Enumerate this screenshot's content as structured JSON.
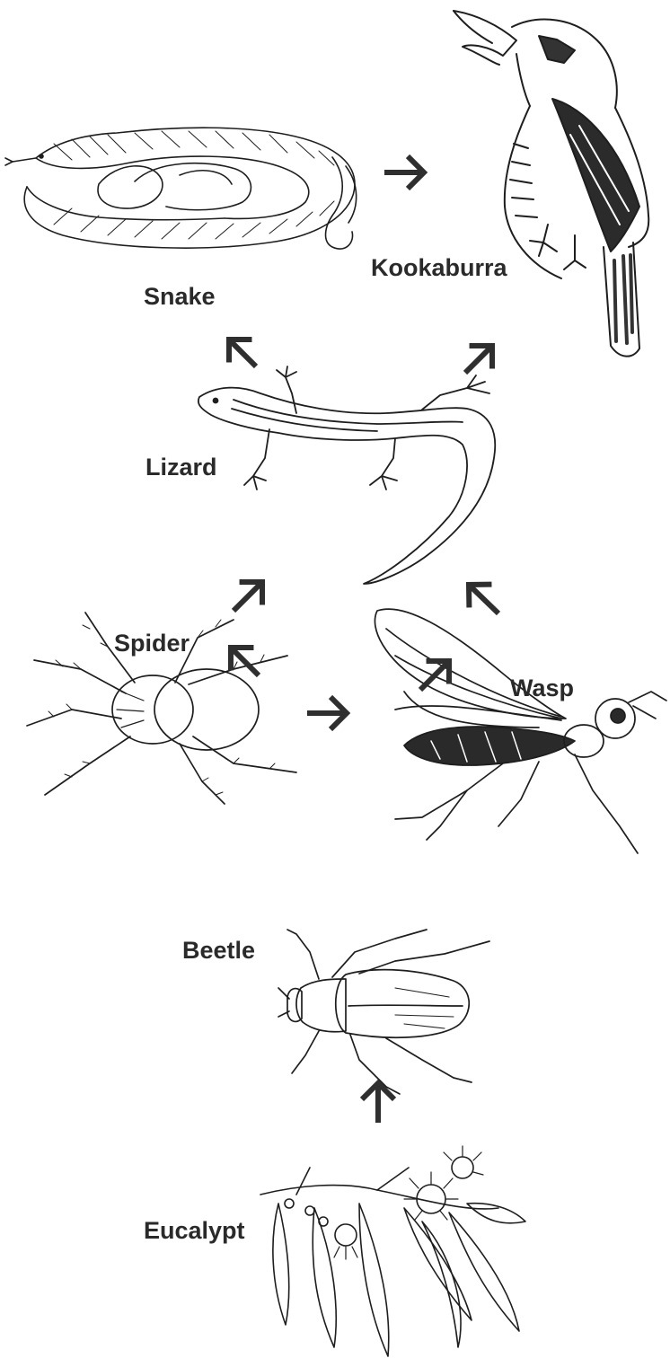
{
  "diagram": {
    "organisms": {
      "kookaburra": "Kookaburra",
      "snake": "Snake",
      "lizard": "Lizard",
      "spider": "Spider",
      "wasp": "Wasp",
      "beetle": "Beetle",
      "eucalypt": "Eucalypt"
    },
    "arrows": [
      {
        "from": "Snake",
        "to": "Kookaburra"
      },
      {
        "from": "Lizard",
        "to": "Snake"
      },
      {
        "from": "Lizard",
        "to": "Kookaburra"
      },
      {
        "from": "Spider",
        "to": "Lizard"
      },
      {
        "from": "Wasp",
        "to": "Lizard"
      },
      {
        "from": "Spider",
        "to": "Wasp"
      },
      {
        "from": "Beetle",
        "to": "Spider"
      },
      {
        "from": "Beetle",
        "to": "Wasp"
      },
      {
        "from": "Eucalypt",
        "to": "Beetle"
      }
    ],
    "colors": {
      "ink": "#1e1e1e",
      "arrow": "#2f2f2f",
      "background": "#ffffff"
    }
  }
}
